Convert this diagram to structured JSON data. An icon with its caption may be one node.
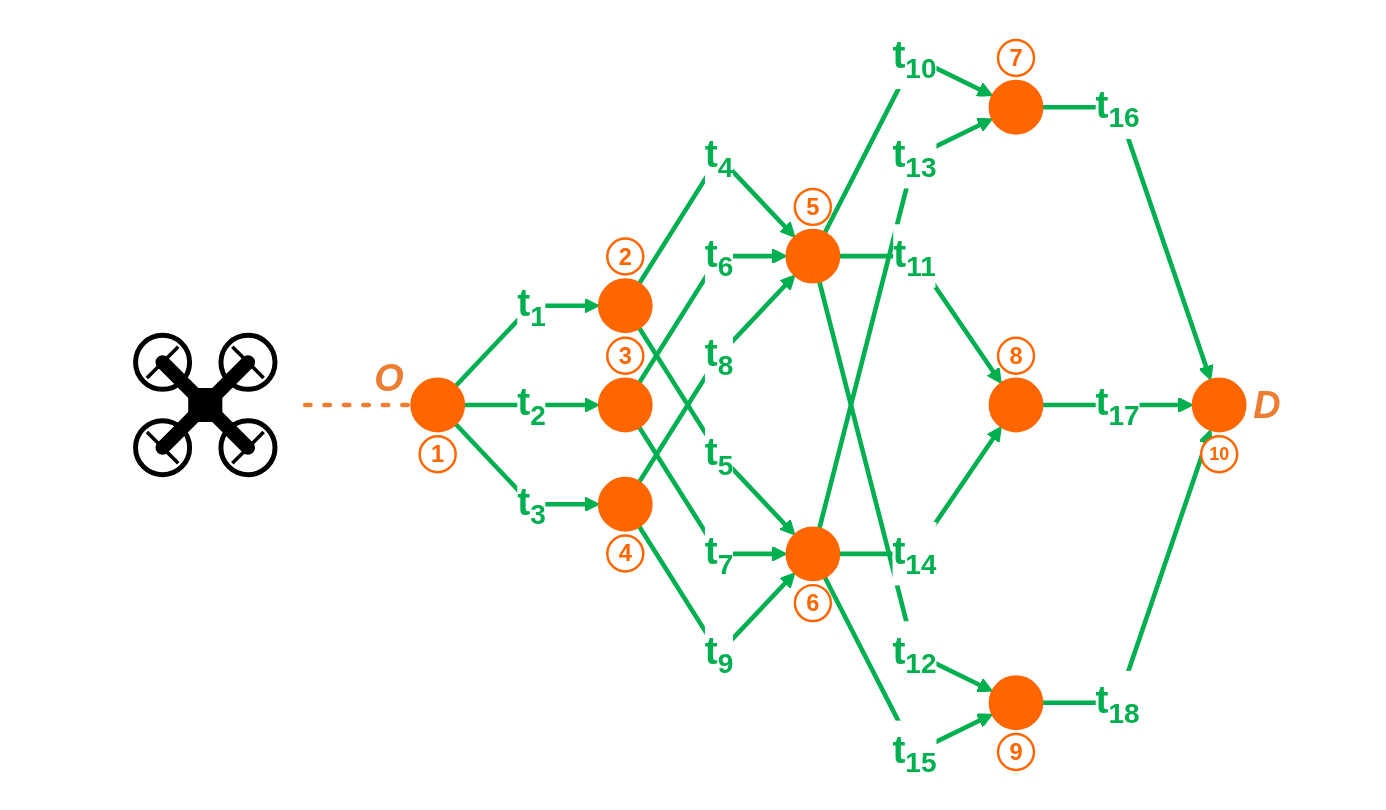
{
  "diagram": {
    "nodes": [
      {
        "text": [],
        "shape": "picture"
      },
      {
        "text": [],
        "shape": "circle",
        "beside": [
          "O",
          "1"
        ]
      },
      {
        "text": [],
        "shape": "circle",
        "beside": [
          "2"
        ]
      },
      {
        "text": [],
        "shape": "circle",
        "beside": [
          "3"
        ]
      },
      {
        "text": [],
        "shape": "circle",
        "beside": [
          "4"
        ]
      },
      {
        "text": [],
        "shape": "circle",
        "beside": [
          "5"
        ]
      },
      {
        "text": [],
        "shape": "circle",
        "beside": [
          "6"
        ]
      },
      {
        "text": [],
        "shape": "circle",
        "beside": [
          "7"
        ]
      },
      {
        "text": [],
        "shape": "circle",
        "beside": [
          "8"
        ]
      },
      {
        "text": [],
        "shape": "circle",
        "beside": [
          "9"
        ]
      },
      {
        "text": [],
        "shape": "circle",
        "beside": [
          "D",
          "10"
        ]
      }
    ],
    "edges": [
      {
        "from": 0,
        "to": 1,
        "arrow": "none",
        "style": "dashed",
        "color": "#ed7d31"
      },
      {
        "from": 1,
        "to": 2,
        "arrow": "to",
        "label": "t$_{1}$"
      },
      {
        "from": 1,
        "to": 3,
        "arrow": "to",
        "label": "t$_{2}$"
      },
      {
        "from": 1,
        "to": 4,
        "arrow": "to",
        "label": "t$_{3}$"
      },
      {
        "from": 2,
        "to": 5,
        "arrow": "to",
        "label": "t$_{4}$"
      },
      {
        "from": 2,
        "to": 6,
        "arrow": "to",
        "label": "t$_{5}$"
      },
      {
        "from": 3,
        "to": 5,
        "arrow": "to",
        "label": "t$_{6}$"
      },
      {
        "from": 3,
        "to": 6,
        "arrow": "to",
        "label": "t$_{7}$"
      },
      {
        "from": 4,
        "to": 5,
        "arrow": "to",
        "label": "t$_{8}$"
      },
      {
        "from": 4,
        "to": 6,
        "arrow": "to",
        "label": "t$_{9}$"
      },
      {
        "from": 5,
        "to": 7,
        "arrow": "to",
        "label": "t$_{10}$"
      },
      {
        "from": 5,
        "to": 8,
        "arrow": "to",
        "label": "t$_{11}$"
      },
      {
        "from": 5,
        "to": 9,
        "arrow": "to",
        "label": "t$_{12}$"
      },
      {
        "from": 6,
        "to": 7,
        "arrow": "to",
        "label": "t$_{13}$"
      },
      {
        "from": 6,
        "to": 8,
        "arrow": "to",
        "label": "t$_{14}$"
      },
      {
        "from": 6,
        "to": 9,
        "arrow": "to",
        "label": "t$_{15}$"
      },
      {
        "from": 7,
        "to": 10,
        "arrow": "to",
        "label": "t$_{16}$"
      },
      {
        "from": 8,
        "to": 10,
        "arrow": "to",
        "label": "t$_{17}$"
      },
      {
        "from": 9,
        "to": 10,
        "arrow": "to",
        "label": "t$_{18}$"
      }
    ]
  }
}
